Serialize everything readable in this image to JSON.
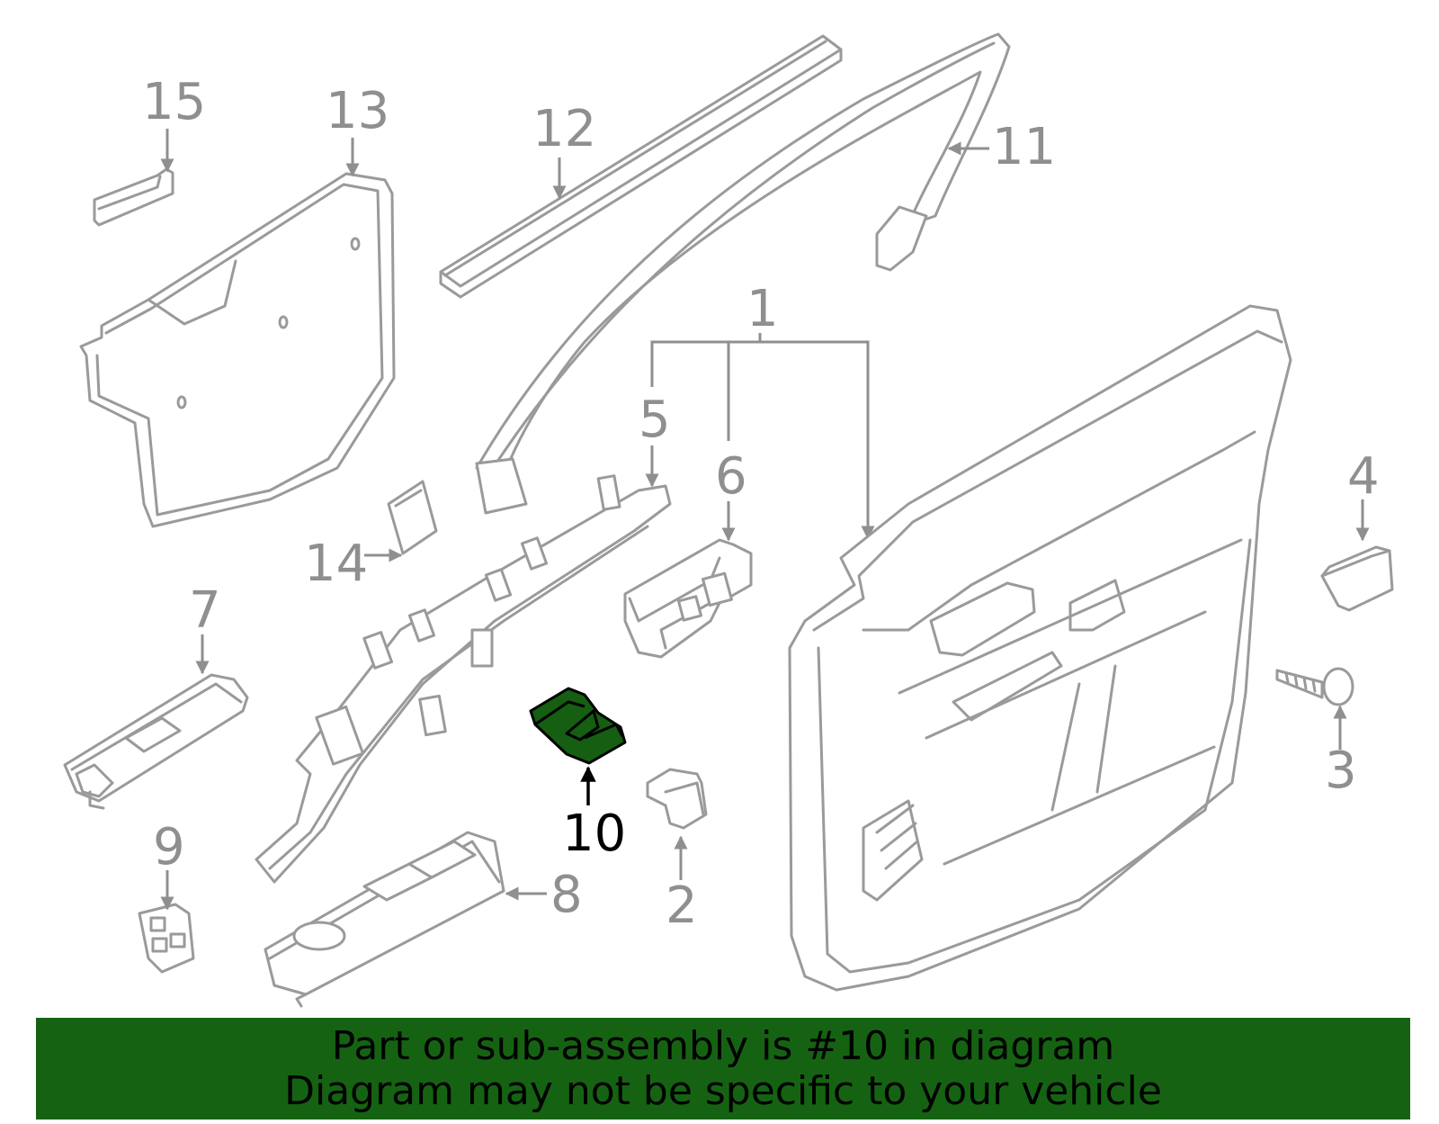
{
  "callouts": {
    "c1": "1",
    "c2": "2",
    "c3": "3",
    "c4": "4",
    "c5": "5",
    "c6": "6",
    "c7": "7",
    "c8": "8",
    "c9": "9",
    "c10": "10",
    "c11": "11",
    "c12": "12",
    "c13": "13",
    "c14": "14",
    "c15": "15"
  },
  "highlight": {
    "part_number": "10",
    "color": "#156312"
  },
  "banner": {
    "line1": "Part or sub-assembly is #10 in diagram",
    "line2": "Diagram may not be specific to your vehicle",
    "color": "#156312"
  }
}
